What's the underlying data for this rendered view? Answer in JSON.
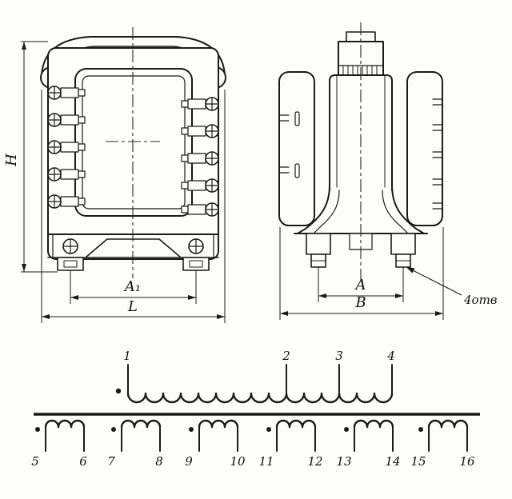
{
  "front_view": {
    "dim_h": "H",
    "dim_a1": "A₁",
    "dim_l": "L"
  },
  "side_view": {
    "dim_a": "A",
    "dim_b": "B",
    "holes": "4отв"
  },
  "schematic": {
    "primary_terminals": [
      "1",
      "2",
      "3",
      "4"
    ],
    "secondary_terminals": [
      "5",
      "6",
      "7",
      "8",
      "9",
      "10",
      "11",
      "12",
      "13",
      "14",
      "15",
      "16"
    ]
  }
}
